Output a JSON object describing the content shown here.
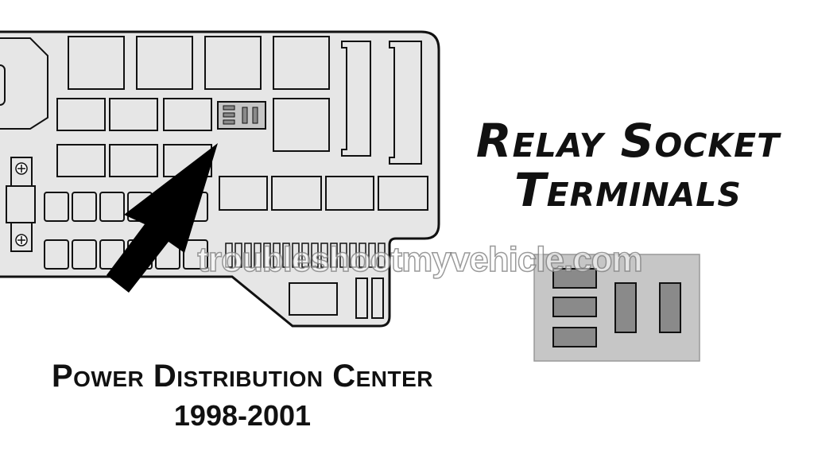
{
  "diagram": {
    "title_line1": "Relay Socket",
    "title_line2": "Terminals",
    "caption": "Power Distribution Center",
    "years": "1998-2001",
    "watermark": "troubleshootmyvehicle.com"
  },
  "colors": {
    "panel_fill": "#e6e6e6",
    "panel_stroke": "#111111",
    "socket_fill": "#c6c6c6",
    "terminal_fill": "#8a8a8a",
    "arrow_fill": "#000000",
    "text": "#111111"
  }
}
